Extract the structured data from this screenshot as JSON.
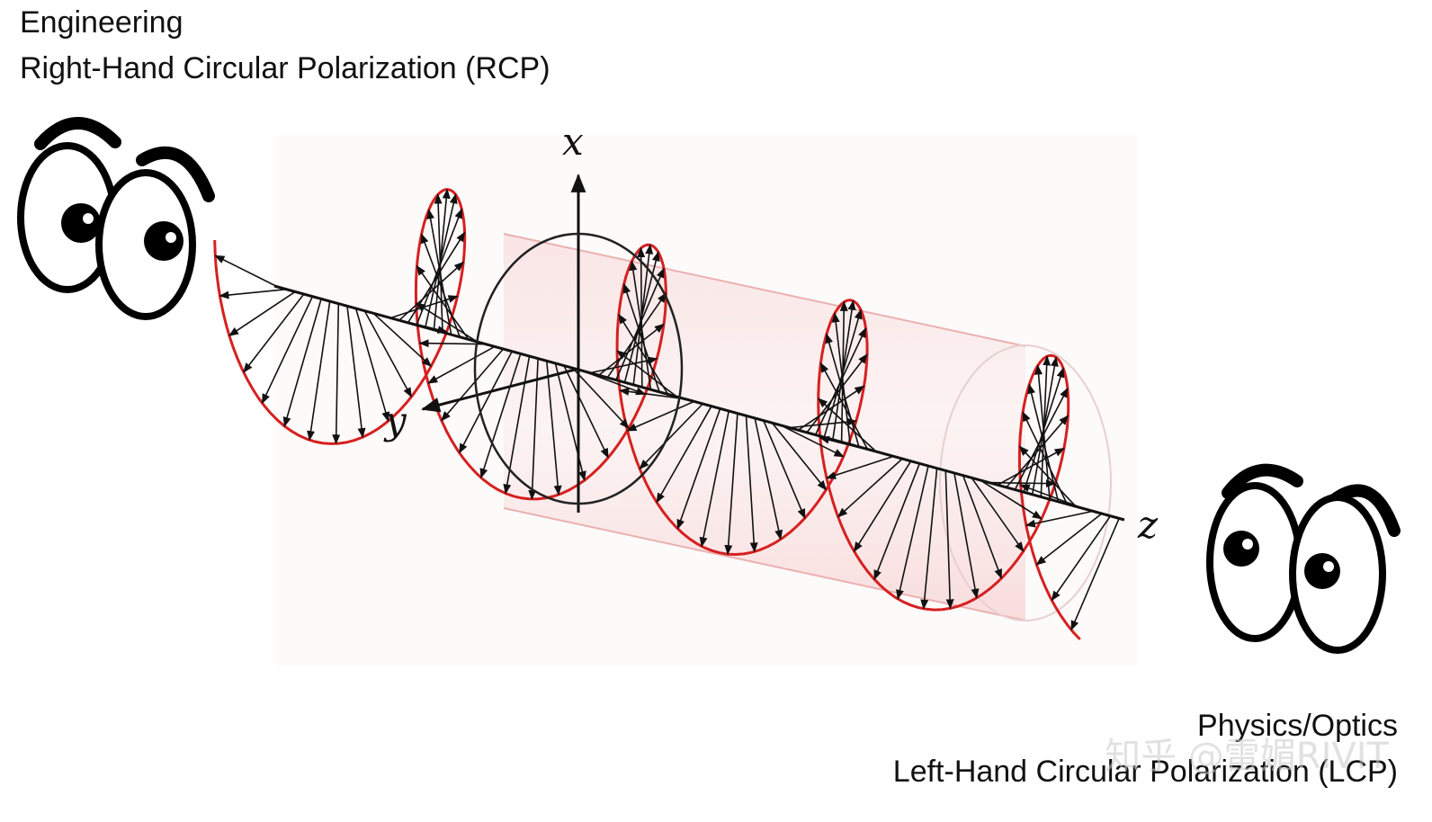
{
  "top_left": {
    "line1": "Engineering",
    "line2": "Right-Hand Circular Polarization (RCP)"
  },
  "bottom_right": {
    "line1": "Physics/Optics",
    "line2": "Left-Hand Circular Polarization (LCP)"
  },
  "axes": {
    "x": "x",
    "y": "y",
    "z": "z"
  },
  "watermark": "知乎 @雷媚RIVIT",
  "icons": [
    "googly-eyes-icon",
    "googly-eyes-icon"
  ],
  "colors": {
    "helix": "#d62020",
    "cylinder": "#f4c6c6",
    "arrows": "#111111"
  }
}
